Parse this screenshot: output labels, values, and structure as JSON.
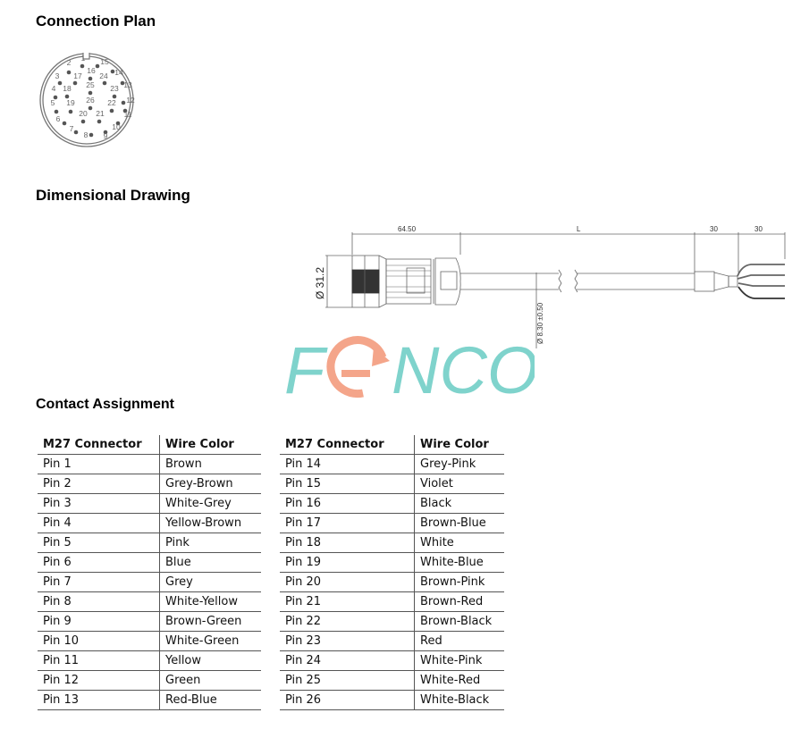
{
  "sections": {
    "connection_plan": "Connection Plan",
    "dimensional_drawing": "Dimensional Drawing",
    "contact_assignment": "Contact Assignment"
  },
  "connection_plan": {
    "pins": [
      "1",
      "2",
      "3",
      "4",
      "5",
      "6",
      "7",
      "8",
      "9",
      "10",
      "11",
      "12",
      "13",
      "14",
      "15",
      "16",
      "17",
      "18",
      "19",
      "20",
      "21",
      "22",
      "23",
      "24",
      "25",
      "26"
    ]
  },
  "drawing": {
    "dim_connector": "64.50",
    "dim_length": "L",
    "dim_strip1": "30",
    "dim_strip2": "30",
    "dim_diameter": "Ø 31.2",
    "dim_cable": "Ø 8.30 ±0.50"
  },
  "logo": {
    "text": "FENCO",
    "colors": {
      "teal": "#7fd3cc",
      "salmon": "#f4a58a"
    }
  },
  "tables": [
    {
      "headers": [
        "M27 Connector",
        "Wire Color"
      ],
      "rows": [
        [
          "Pin 1",
          "Brown"
        ],
        [
          "Pin 2",
          "Grey-Brown"
        ],
        [
          "Pin 3",
          "White-Grey"
        ],
        [
          "Pin 4",
          "Yellow-Brown"
        ],
        [
          "Pin 5",
          "Pink"
        ],
        [
          "Pin 6",
          "Blue"
        ],
        [
          "Pin 7",
          "Grey"
        ],
        [
          "Pin 8",
          "White-Yellow"
        ],
        [
          "Pin 9",
          "Brown-Green"
        ],
        [
          "Pin 10",
          "White-Green"
        ],
        [
          "Pin 11",
          "Yellow"
        ],
        [
          "Pin 12",
          "Green"
        ],
        [
          "Pin 13",
          "Red-Blue"
        ]
      ]
    },
    {
      "headers": [
        "M27 Connector",
        "Wire Color"
      ],
      "rows": [
        [
          "Pin 14",
          "Grey-Pink"
        ],
        [
          "Pin 15",
          "Violet"
        ],
        [
          "Pin 16",
          "Black"
        ],
        [
          "Pin 17",
          "Brown-Blue"
        ],
        [
          "Pin 18",
          "White"
        ],
        [
          "Pin 19",
          "White-Blue"
        ],
        [
          "Pin 20",
          "Brown-Pink"
        ],
        [
          "Pin 21",
          "Brown-Red"
        ],
        [
          "Pin 22",
          "Brown-Black"
        ],
        [
          "Pin 23",
          "Red"
        ],
        [
          "Pin 24",
          "White-Pink"
        ],
        [
          "Pin 25",
          "White-Red"
        ],
        [
          "Pin 26",
          "White-Black"
        ]
      ]
    }
  ]
}
